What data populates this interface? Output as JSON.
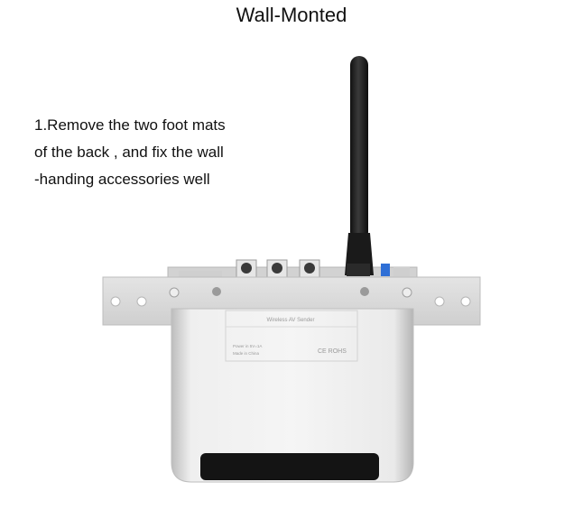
{
  "page": {
    "title": "Wall-Monted",
    "instructions": [
      "1.Remove the two foot mats",
      "of  the back , and fix the wall",
      "-handing accessories well"
    ]
  },
  "device": {
    "label_name": "Wireless AV Sender",
    "label_power": "Power in 5V=1A",
    "label_made": "Made in China",
    "label_cert": "CE ROHS"
  },
  "colors": {
    "bracket": "#dcdcdc",
    "body": "#e8e8e8",
    "antenna": "#1a1a1a"
  }
}
